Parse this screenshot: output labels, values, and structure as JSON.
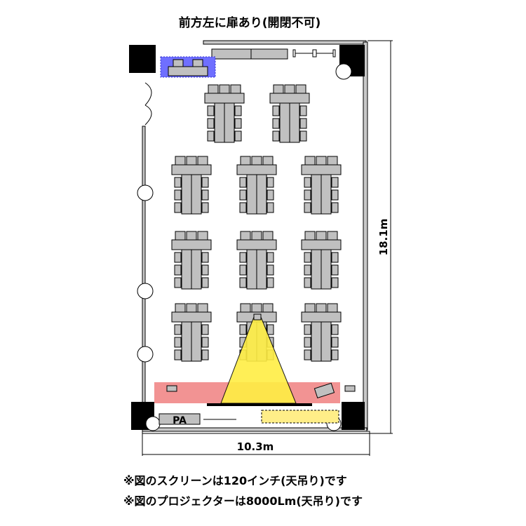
{
  "title": "前方左に扉あり(開閉不可)",
  "dimensions": {
    "height": "18.1m",
    "width": "10.3m"
  },
  "equipment": {
    "pa_label": "PA"
  },
  "notes": [
    "※図のスクリーンは120インチ(天吊り)です",
    "※図のプロジェクターは8000Lm(天吊り)です"
  ],
  "colors": {
    "table": "#c0c0c0",
    "pillar": "#000000",
    "stage": "#f08080",
    "beam": "#ffee44",
    "highlight": "#6666ff"
  }
}
